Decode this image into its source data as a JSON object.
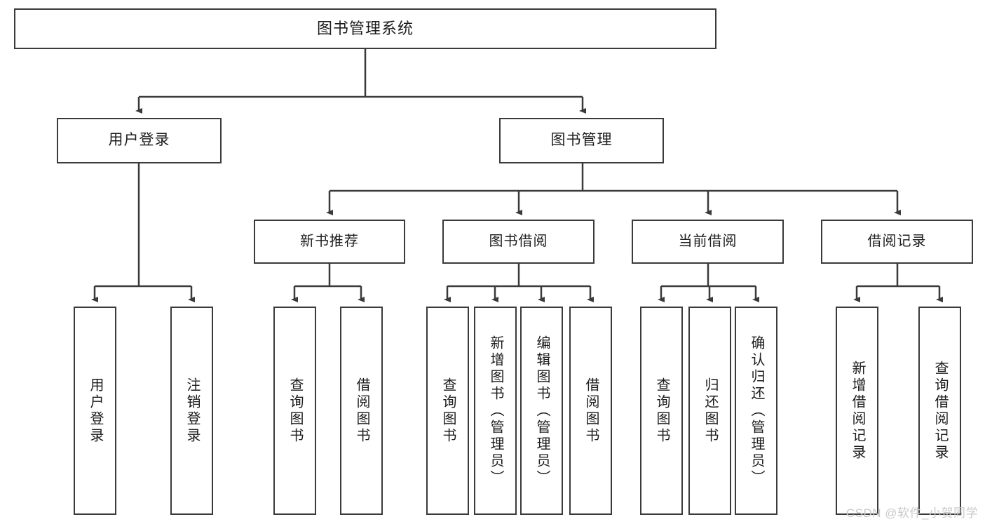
{
  "diagram": {
    "title": "图书管理系统",
    "type": "tree",
    "watermark": "CSDN @软件_小贺同学",
    "colors": {
      "box_border": "#3a3a3a",
      "box_fill": "#ffffff",
      "edge": "#3a3a3a",
      "text": "#1d1d1d",
      "watermark": "#c9c9c9",
      "background": "#ffffff"
    },
    "nodes": {
      "root": {
        "label": "图书管理系统"
      },
      "level2": [
        {
          "id": "user-login",
          "label": "用户登录"
        },
        {
          "id": "book-manage",
          "label": "图书管理"
        }
      ],
      "level3": [
        {
          "id": "new-book-recommend",
          "label": "新书推荐"
        },
        {
          "id": "book-borrow",
          "label": "图书借阅"
        },
        {
          "id": "current-borrow",
          "label": "当前借阅"
        },
        {
          "id": "borrow-record",
          "label": "借阅记录"
        }
      ],
      "leaves": {
        "user_login": [
          {
            "id": "leaf-user-login",
            "label": "用户登录"
          },
          {
            "id": "leaf-logout-login",
            "label": "注销登录"
          }
        ],
        "new_book_recommend": [
          {
            "id": "leaf-query-book-1",
            "label": "查询图书"
          },
          {
            "id": "leaf-borrow-book-1",
            "label": "借阅图书"
          }
        ],
        "book_borrow": [
          {
            "id": "leaf-query-book-2",
            "label": "查询图书"
          },
          {
            "id": "leaf-add-book",
            "label": "新增图书（管理员）"
          },
          {
            "id": "leaf-edit-book",
            "label": "编辑图书（管理员）"
          },
          {
            "id": "leaf-borrow-book-2",
            "label": "借阅图书"
          }
        ],
        "current_borrow": [
          {
            "id": "leaf-query-book-3",
            "label": "查询图书"
          },
          {
            "id": "leaf-return-book",
            "label": "归还图书"
          },
          {
            "id": "leaf-confirm-return",
            "label": "确认归还（管理员）"
          }
        ],
        "borrow_record": [
          {
            "id": "leaf-add-record",
            "label": "新增借阅记录"
          },
          {
            "id": "leaf-query-record",
            "label": "查询借阅记录"
          }
        ]
      }
    }
  }
}
